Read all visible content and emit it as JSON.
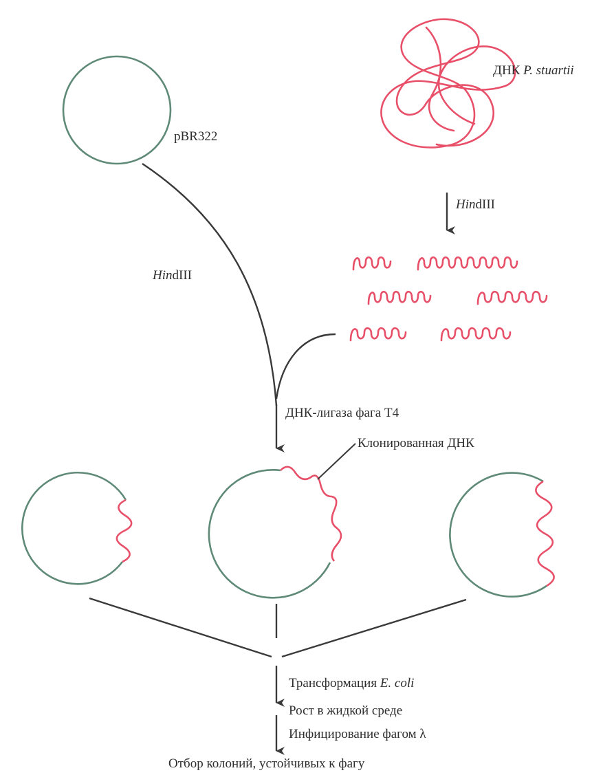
{
  "colors": {
    "plasmid": "#5f8a78",
    "insert": "#e8506a",
    "line": "#3a3a3a"
  },
  "labels": {
    "plasmid": "pBR322",
    "donor_prefix": "ДНК ",
    "donor_species": "P. stuartii",
    "enzyme_italic": "Hin",
    "enzyme_rest": "dIII",
    "ligase": "ДНК-лигаза фага Т4",
    "cloned": "Клонированная ДНК",
    "transform_prefix": "Трансформация ",
    "transform_species": "E. coli",
    "growth": "Рост в жидкой среде",
    "infection": "Инфицирование фагом λ",
    "selection": "Отбор колоний, устойчивых к фагу"
  }
}
